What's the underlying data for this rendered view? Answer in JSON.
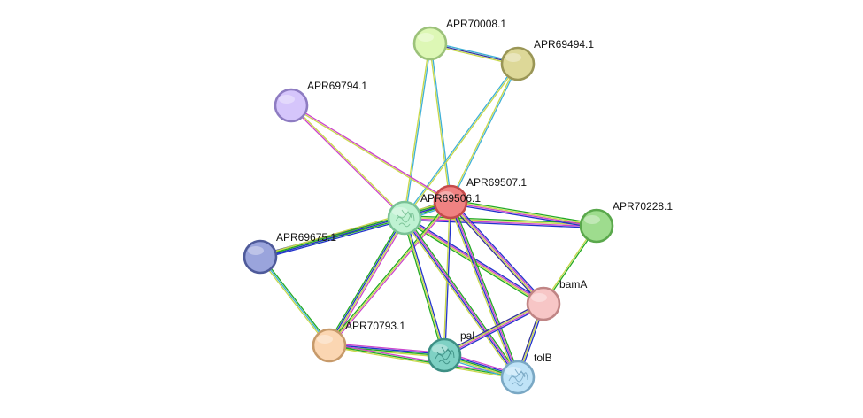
{
  "network": {
    "nodes": [
      {
        "id": "APR70008",
        "label": "APR70008.1",
        "color": "#ddf7b5",
        "stroke": "#9cc27a"
      },
      {
        "id": "APR69494",
        "label": "APR69494.1",
        "color": "#ddd898",
        "stroke": "#9a9656"
      },
      {
        "id": "APR69794",
        "label": "APR69794.1",
        "color": "#d5c5fb",
        "stroke": "#8e7cc2"
      },
      {
        "id": "APR69507",
        "label": "APR69507.1",
        "color": "#f08282",
        "stroke": "#c44a4a"
      },
      {
        "id": "APR69506",
        "label": "APR69506.1",
        "color": "#bff2d2",
        "stroke": "#7ac296",
        "icon": "protein-structure-icon"
      },
      {
        "id": "APR70228",
        "label": "APR70228.1",
        "color": "#9edc8e",
        "stroke": "#5aa84c"
      },
      {
        "id": "APR69675",
        "label": "APR69675.1",
        "color": "#9aa4dc",
        "stroke": "#4e5a9a"
      },
      {
        "id": "bamA",
        "label": "bamA",
        "color": "#f7c6c6",
        "stroke": "#c08585"
      },
      {
        "id": "APR70793",
        "label": "APR70793.1",
        "color": "#fbd6b2",
        "stroke": "#c79a6a"
      },
      {
        "id": "pal",
        "label": "pal",
        "color": "#7fd1c4",
        "stroke": "#3d8f84",
        "icon": "protein-structure-icon"
      },
      {
        "id": "tolB",
        "label": "tolB",
        "color": "#bfe3f7",
        "stroke": "#7aa8c4",
        "icon": "protein-structure-icon"
      }
    ],
    "edges": [
      {
        "source": "APR70008",
        "target": "APR69494",
        "colors": [
          "#3fb0d6",
          "#333399",
          "#c8d84a"
        ]
      },
      {
        "source": "APR70008",
        "target": "APR69506",
        "colors": [
          "#3fb0d6",
          "#c8d84a"
        ]
      },
      {
        "source": "APR70008",
        "target": "APR69507",
        "colors": [
          "#3fb0d6",
          "#c8d84a"
        ]
      },
      {
        "source": "APR69494",
        "target": "APR69506",
        "colors": [
          "#c8d84a",
          "#3fb0d6"
        ]
      },
      {
        "source": "APR69494",
        "target": "APR69507",
        "colors": [
          "#3fb0d6",
          "#c8d84a"
        ]
      },
      {
        "source": "APR69794",
        "target": "APR69506",
        "colors": [
          "#c8d84a",
          "#cc44cc"
        ]
      },
      {
        "source": "APR69794",
        "target": "APR69507",
        "colors": [
          "#cc44cc",
          "#c8d84a"
        ]
      },
      {
        "source": "APR69506",
        "target": "APR69507",
        "colors": [
          "#2233cc",
          "#c8d84a",
          "#cc44cc",
          "#22aa22",
          "#3fb0d6"
        ]
      },
      {
        "source": "APR69506",
        "target": "APR70228",
        "colors": [
          "#22aa22",
          "#c8d84a",
          "#cc44cc",
          "#2233cc"
        ]
      },
      {
        "source": "APR69507",
        "target": "APR70228",
        "colors": [
          "#22aa22",
          "#c8d84a",
          "#cc44cc",
          "#2233cc"
        ]
      },
      {
        "source": "APR69506",
        "target": "APR69675",
        "colors": [
          "#2233cc",
          "#22aa22",
          "#c8d84a",
          "#333399"
        ]
      },
      {
        "source": "APR69507",
        "target": "APR69675",
        "colors": [
          "#2233cc",
          "#22aa22",
          "#c8d84a"
        ]
      },
      {
        "source": "APR69506",
        "target": "bamA",
        "colors": [
          "#2233cc",
          "#cc44cc",
          "#c8d84a",
          "#22aa22"
        ]
      },
      {
        "source": "APR69507",
        "target": "bamA",
        "colors": [
          "#2233cc",
          "#cc44cc",
          "#c8d84a",
          "#333399"
        ]
      },
      {
        "source": "APR69506",
        "target": "APR70793",
        "colors": [
          "#cc44cc",
          "#c8d84a",
          "#2233cc",
          "#22aa22"
        ]
      },
      {
        "source": "APR69507",
        "target": "APR70793",
        "colors": [
          "#cc44cc",
          "#c8d84a",
          "#22aa22"
        ]
      },
      {
        "source": "APR69506",
        "target": "pal",
        "colors": [
          "#2233cc",
          "#c8d84a",
          "#22aa22"
        ]
      },
      {
        "source": "APR69507",
        "target": "pal",
        "colors": [
          "#2233cc",
          "#c8d84a"
        ]
      },
      {
        "source": "APR69506",
        "target": "tolB",
        "colors": [
          "#22aa22",
          "#cc44cc",
          "#2233cc",
          "#c8d84a"
        ]
      },
      {
        "source": "APR69507",
        "target": "tolB",
        "colors": [
          "#22aa22",
          "#cc44cc",
          "#2233cc",
          "#c8d84a"
        ]
      },
      {
        "source": "APR70228",
        "target": "bamA",
        "colors": [
          "#22aa22",
          "#c8d84a"
        ]
      },
      {
        "source": "APR69675",
        "target": "APR70793",
        "colors": [
          "#22aa22",
          "#3fb0d6",
          "#c8d84a"
        ]
      },
      {
        "source": "bamA",
        "target": "pal",
        "colors": [
          "#2233cc",
          "#cc44cc",
          "#c8d84a",
          "#333399"
        ]
      },
      {
        "source": "bamA",
        "target": "tolB",
        "colors": [
          "#2233cc",
          "#c8d84a",
          "#333399"
        ]
      },
      {
        "source": "APR70793",
        "target": "pal",
        "colors": [
          "#cc44cc",
          "#2233cc",
          "#22aa22",
          "#c8d84a"
        ]
      },
      {
        "source": "APR70793",
        "target": "tolB",
        "colors": [
          "#cc44cc",
          "#22aa22",
          "#c8d84a"
        ]
      },
      {
        "source": "pal",
        "target": "tolB",
        "colors": [
          "#cc44cc",
          "#2233cc",
          "#22aa22",
          "#c8d84a",
          "#3fb0d6"
        ]
      }
    ]
  }
}
